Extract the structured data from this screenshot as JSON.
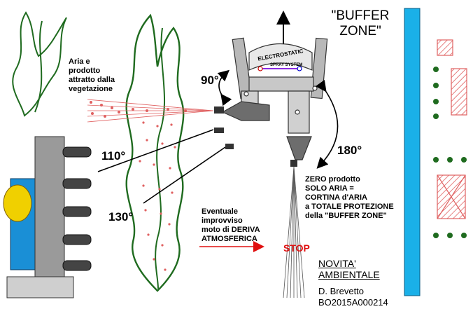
{
  "labels": {
    "buffer_zone_line1": "\"BUFFER",
    "buffer_zone_line2": "ZONE\"",
    "aria_lines": [
      "Aria e",
      "prodotto",
      "attratto dalla",
      "vegetazione"
    ],
    "angle_90": "90°",
    "angle_110": "110°",
    "angle_130": "130°",
    "angle_180": "180°",
    "electrostatic": "ELECTROSTATIC",
    "spray_system": "SPRAY SYSTEM",
    "zero_lines": [
      "ZERO prodotto",
      "SOLO ARIA =",
      "CORTINA d'ARIA",
      "a TOTALE PROTEZIONE",
      "della \"BUFFER ZONE\""
    ],
    "drift_lines": [
      "Eventuale",
      "improvviso",
      "moto di DERIVA",
      "ATMOSFERICA"
    ],
    "stop": "STOP",
    "novita_line1": "NOVITA'",
    "novita_line2": "AMBIENTALE",
    "author": "D. Brevetto",
    "code": "BO2015A000214"
  },
  "colors": {
    "vegetation": "#1f6b1f",
    "buffer_band": "#1ab0e8",
    "hatch": "#e06060",
    "stop": "#e01010",
    "machine_blue": "#1a8fd6",
    "machine_yellow": "#f0d000"
  }
}
